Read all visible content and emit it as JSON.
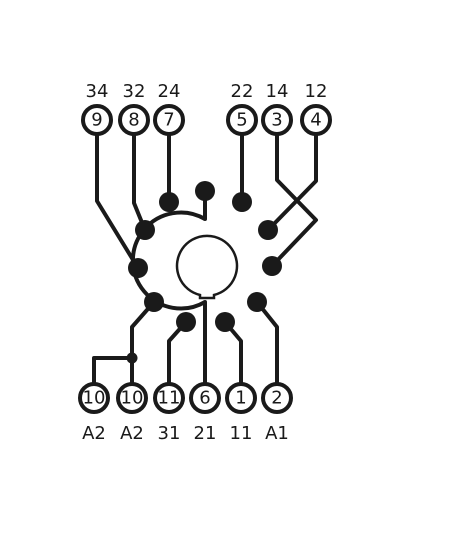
{
  "diagram": {
    "top_terminals": [
      {
        "number": "9",
        "label": "34"
      },
      {
        "number": "8",
        "label": "32"
      },
      {
        "number": "7",
        "label": "24"
      },
      {
        "number": "5",
        "label": "22"
      },
      {
        "number": "3",
        "label": "14"
      },
      {
        "number": "4",
        "label": "12"
      }
    ],
    "bottom_terminals": [
      {
        "number": "10",
        "label": "A2"
      },
      {
        "number": "10",
        "label": "A2"
      },
      {
        "number": "11",
        "label": "31"
      },
      {
        "number": "6",
        "label": "21"
      },
      {
        "number": "1",
        "label": "11"
      },
      {
        "number": "2",
        "label": "A1"
      }
    ],
    "colors": {
      "line": "#1a1a1a",
      "background": "#ffffff"
    }
  }
}
